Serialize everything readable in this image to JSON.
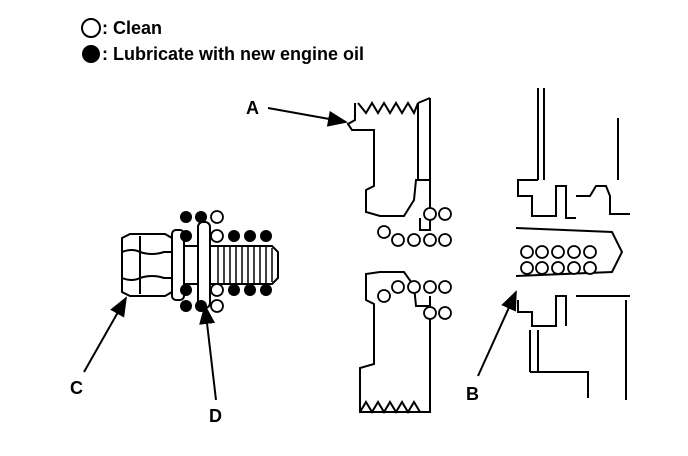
{
  "legend": {
    "clean_label": ": Clean",
    "lubricate_label": ": Lubricate with new engine oil"
  },
  "labels": {
    "a": "A",
    "b": "B",
    "c": "C",
    "d": "D"
  },
  "colors": {
    "ink": "#000000",
    "paper": "#ffffff"
  }
}
